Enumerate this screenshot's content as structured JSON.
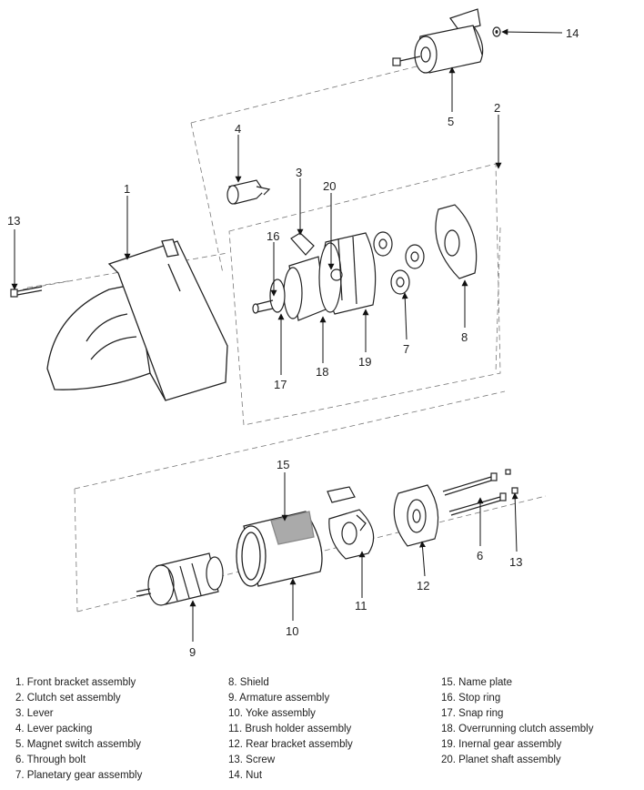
{
  "callouts": {
    "c1": "1",
    "c2": "2",
    "c3": "3",
    "c4": "4",
    "c5": "5",
    "c6": "6",
    "c7": "7",
    "c8": "8",
    "c9": "9",
    "c10": "10",
    "c11": "11",
    "c12": "12",
    "c13a": "13",
    "c13b": "13",
    "c14": "14",
    "c15": "15",
    "c16": "16",
    "c17": "17",
    "c18": "18",
    "c19": "19",
    "c20": "20"
  },
  "legend": {
    "col1": [
      "1. Front bracket assembly",
      "2. Clutch set assembly",
      "3. Lever",
      "4. Lever packing",
      "5. Magnet switch assembly",
      "6. Through bolt",
      "7. Planetary gear assembly"
    ],
    "col2": [
      "8. Shield",
      "9. Armature assembly",
      "10. Yoke assembly",
      "11. Brush holder assembly",
      "12. Rear bracket assembly",
      "13. Screw",
      "14. Nut"
    ],
    "col3": [
      "15. Name plate",
      "16. Stop ring",
      "17. Snap ring",
      "18. Overrunning clutch assembly",
      "19. Inernal gear assembly",
      "20. Planet shaft assembly"
    ]
  }
}
